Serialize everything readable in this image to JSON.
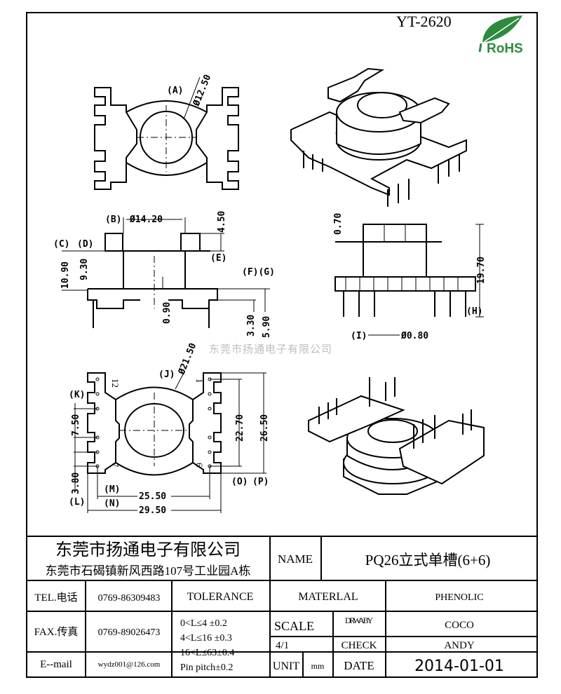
{
  "header": {
    "part_number": "YT-2620",
    "rohs_logo_text": "RoHS"
  },
  "watermark": "东莞市扬通电子有限公司",
  "dimensions": {
    "top_view": {
      "label_a": "(A)",
      "dia_a": "Ø12.50"
    },
    "side_view": {
      "label_b": "(B)",
      "dia_b": "Ø14.20",
      "dim_e_val": "4.50",
      "label_e": "(E)",
      "label_c": "(C)",
      "label_d": "(D)",
      "dim_c_val": "10.90",
      "dim_d_val": "9.30",
      "dim_090": "0.90",
      "label_fg": "(F)(G)",
      "dim_330": "3.30",
      "dim_590": "5.90"
    },
    "front_view": {
      "dim_070": "0.70",
      "dim_1970": "19.70",
      "label_h": "(H)",
      "label_i": "(I)",
      "dia_pin": "Ø0.80"
    },
    "bottom_view": {
      "label_j": "(J)",
      "dia_j": "Ø21.50",
      "label_k": "(K)",
      "dim_750": "7.50",
      "dim_380": "3.80",
      "label_l": "(L)",
      "pin_12": "12",
      "pin_1": "1",
      "pin_7": "7",
      "pin_6": "6",
      "dim_2270": "22.70",
      "dim_2650": "26.50",
      "label_o": "(O)",
      "label_p": "(P)",
      "label_m": "(M)",
      "dim_2550": "25.50",
      "label_n": "(N)",
      "dim_2950": "29.50"
    }
  },
  "title_block": {
    "company_name": "东莞市扬通电子有限公司",
    "company_address": "东莞市石碣镇新风西路107号工业园A栋",
    "name_label": "NAME",
    "name_value": "PQ26立式单槽(6+6)",
    "tel_label": "TEL.电话",
    "tel_value": "0769-86309483",
    "fax_label": "FAX.传真",
    "fax_value": "0769-89026473",
    "email_label": "E--mail",
    "email_value": "wydz001@126.com",
    "tolerance_label": "TOLERANCE",
    "tolerance_lines": [
      "0<L≤4   ±0.2",
      "4<L≤16  ±0.3",
      "16<L≤63±0.4",
      "Pin pitch±0.2"
    ],
    "material_label": "MATERLAL",
    "material_value": "PHENOLIC",
    "scale_label": "SCALE",
    "scale_value": "4/1",
    "drawn_by_label": "DRWA BY",
    "drawn_by_value": "COCO",
    "check_label": "CHECK",
    "check_value": "ANDY",
    "unit_label": "UNIT",
    "unit_value": "mm",
    "date_label": "DATE",
    "date_value": "2014-01-01"
  }
}
